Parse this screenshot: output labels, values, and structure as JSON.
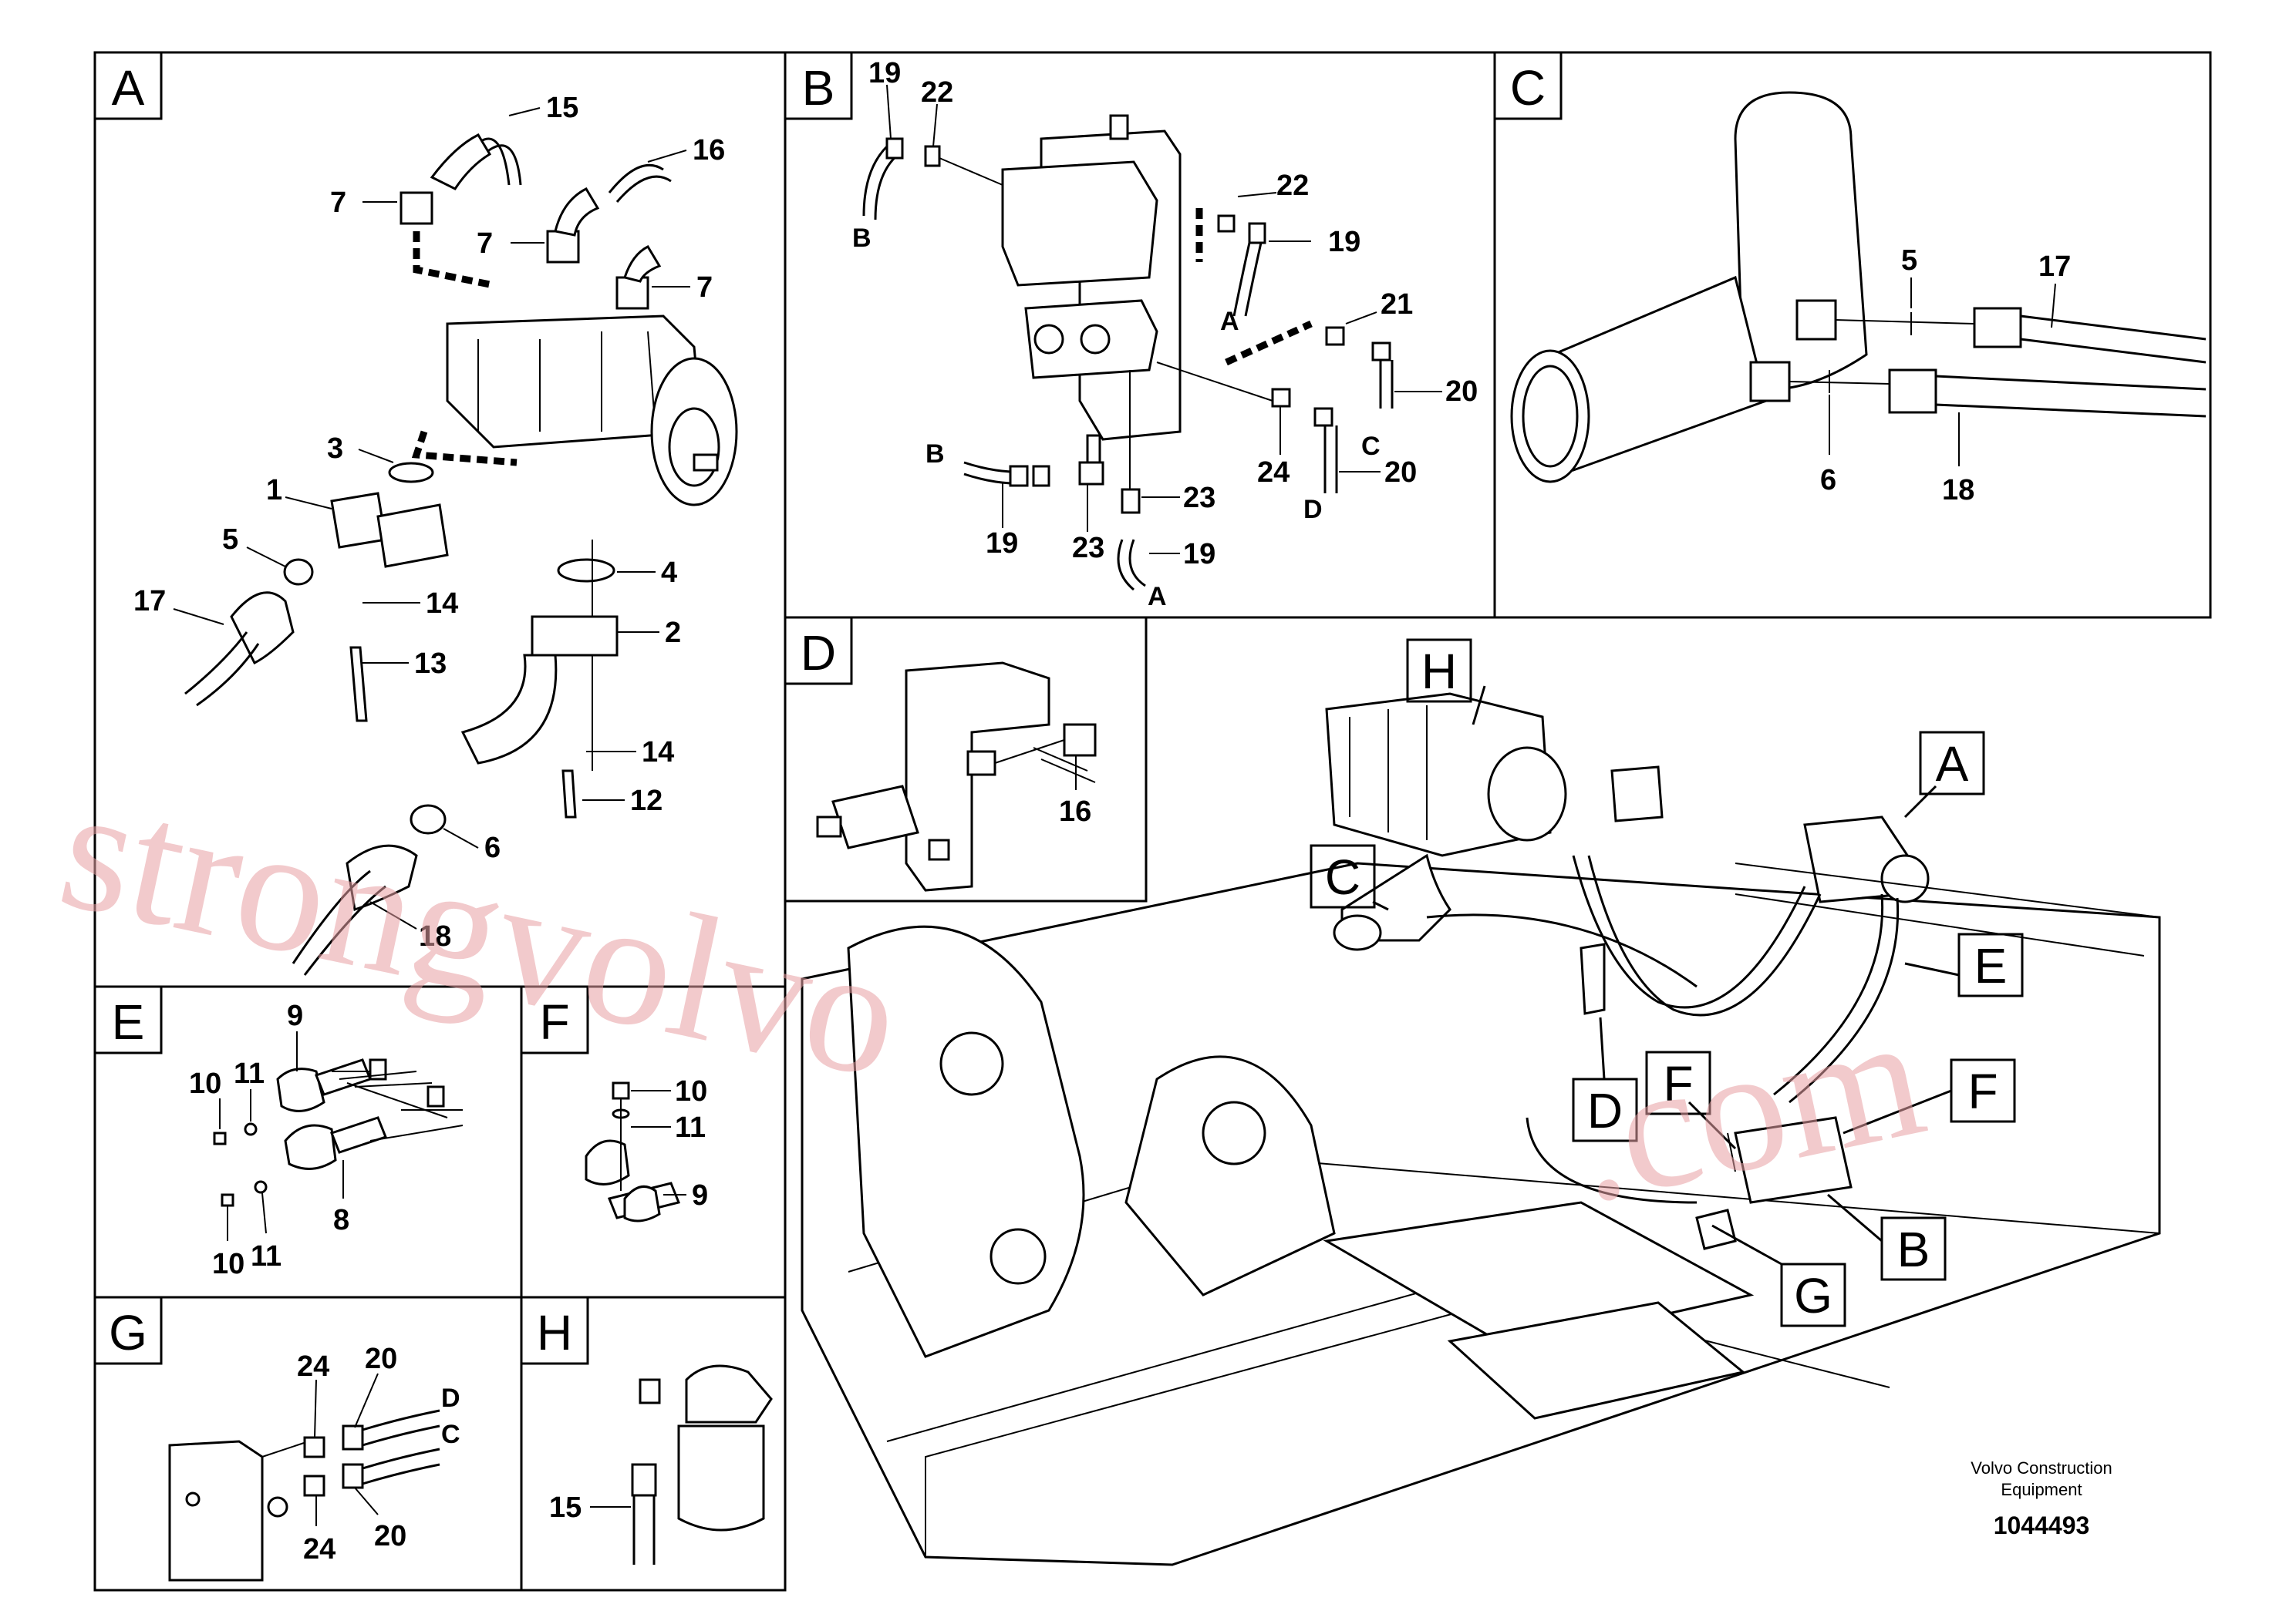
{
  "panels": {
    "A": {
      "tag": "A",
      "labels": [
        "15",
        "16",
        "7",
        "7",
        "7",
        "3",
        "1",
        "5",
        "17",
        "14",
        "13",
        "4",
        "2",
        "14",
        "12",
        "6",
        "18"
      ]
    },
    "B": {
      "tag": "B",
      "labels": [
        "19",
        "22",
        "22",
        "19",
        "21",
        "20",
        "24",
        "20",
        "23",
        "23",
        "19",
        "19"
      ],
      "letters": [
        "B",
        "A",
        "C",
        "B",
        "D",
        "A"
      ]
    },
    "C": {
      "tag": "C",
      "labels": [
        "5",
        "17",
        "6",
        "18"
      ]
    },
    "D": {
      "tag": "D",
      "labels": [
        "16"
      ]
    },
    "E": {
      "tag": "E",
      "labels": [
        "9",
        "10",
        "11",
        "10",
        "11",
        "8"
      ]
    },
    "F": {
      "tag": "F",
      "labels": [
        "10",
        "11",
        "9"
      ]
    },
    "G": {
      "tag": "G",
      "labels": [
        "24",
        "20",
        "24",
        "20"
      ],
      "letters": [
        "D",
        "C"
      ]
    },
    "H": {
      "tag": "H",
      "labels": [
        "15"
      ]
    }
  },
  "overview": {
    "tags": [
      "H",
      "A",
      "C",
      "E",
      "D",
      "F",
      "F",
      "B",
      "G"
    ]
  },
  "footer": {
    "company_line1": "Volvo Construction",
    "company_line2": "Equipment",
    "doc_number": "1044493"
  },
  "watermark": {
    "line1": "strongvolvo",
    "line2": ".com"
  }
}
